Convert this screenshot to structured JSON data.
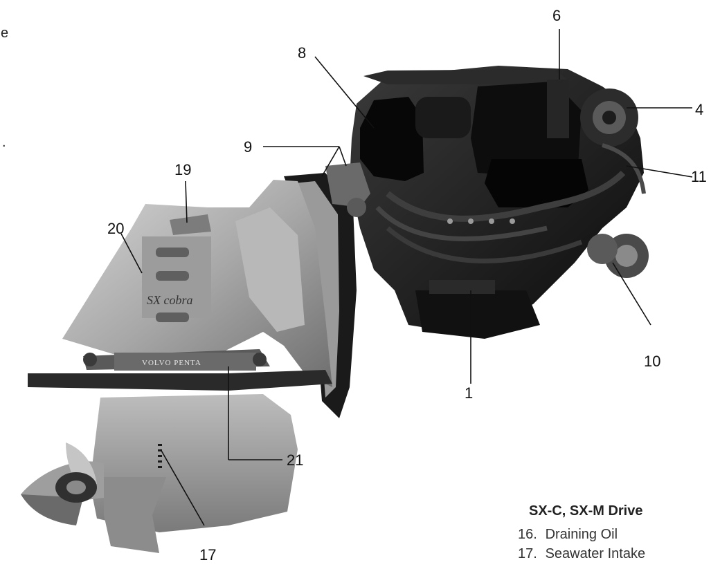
{
  "edge_text": {
    "top": "e",
    "middle": "."
  },
  "callouts": {
    "c1": "1",
    "c4": "4",
    "c6": "6",
    "c8": "8",
    "c9": "9",
    "c10": "10",
    "c11": "11",
    "c17": "17",
    "c19": "19",
    "c20": "20",
    "c21": "21"
  },
  "engine_badges": {
    "drive": "SX cobra",
    "plate": "VOLVO PENTA"
  },
  "legend": {
    "title": "SX-C, SX-M Drive",
    "items": [
      {
        "num": "16.",
        "label": "Draining Oil"
      },
      {
        "num": "17.",
        "label": "Seawater Intake"
      }
    ]
  }
}
